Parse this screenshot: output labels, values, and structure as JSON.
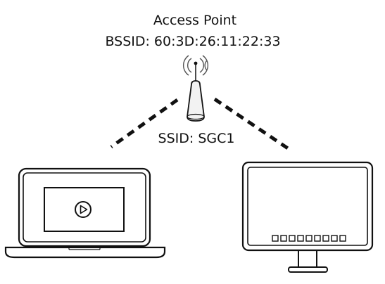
{
  "access_point": {
    "title": "Access Point",
    "bssid_label": "BSSID: 60:3D:26:11:22:33",
    "ssid_label": "SSID: SGC1",
    "icon": "wireless-access-point-icon"
  },
  "devices": [
    {
      "icon": "laptop-icon"
    },
    {
      "icon": "monitor-icon"
    }
  ],
  "links": [
    {
      "from": "access-point",
      "to": "laptop",
      "style": "dashed"
    },
    {
      "from": "access-point",
      "to": "monitor",
      "style": "dashed"
    }
  ],
  "colors": {
    "stroke": "#111111",
    "fill_light": "#f2f2f2"
  }
}
